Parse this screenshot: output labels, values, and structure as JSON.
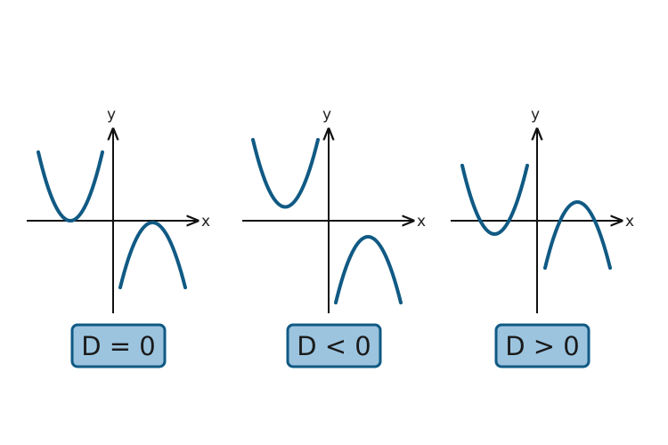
{
  "colors": {
    "curve": "#105a84",
    "axis": "#111111",
    "badge_fill": "#9cc4df",
    "badge_border": "#105a84"
  },
  "panels": [
    {
      "x_label": "x",
      "y_label": "y",
      "badge": "D = 0"
    },
    {
      "x_label": "x",
      "y_label": "y",
      "badge": "D < 0"
    },
    {
      "x_label": "x",
      "y_label": "y",
      "badge": "D > 0"
    }
  ]
}
